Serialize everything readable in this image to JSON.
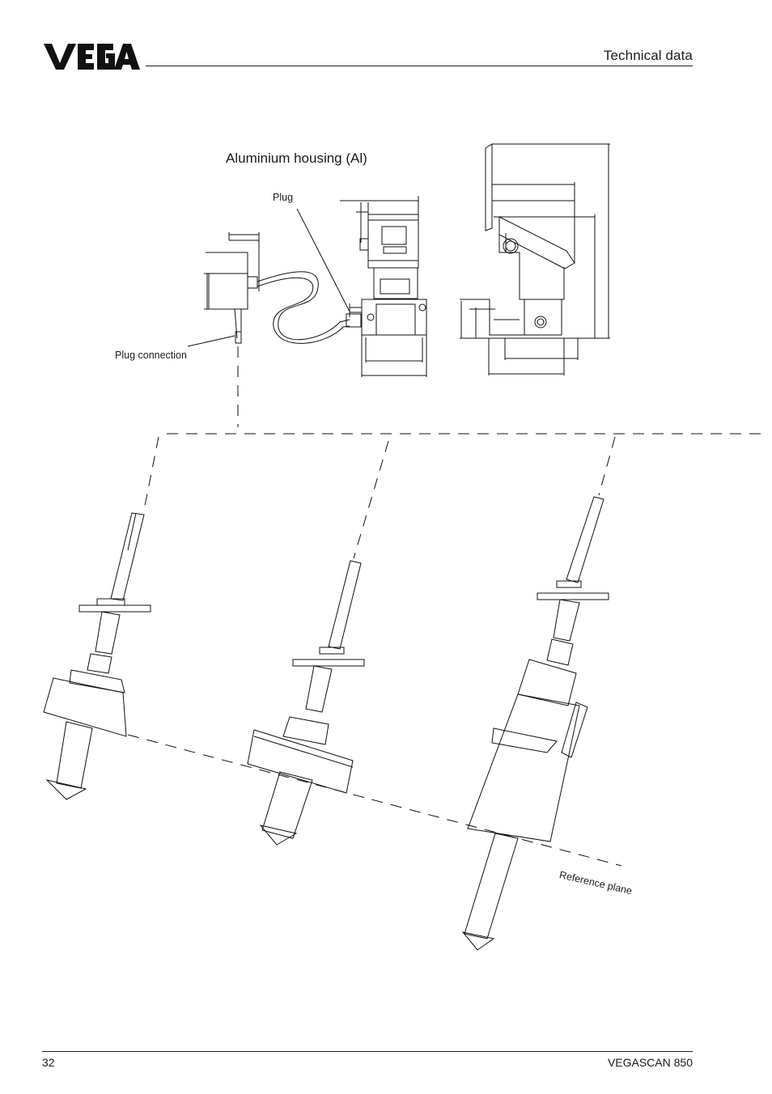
{
  "header": {
    "logo_text": "VEGA",
    "title": "Technical data"
  },
  "figure": {
    "caption": "Aluminium housing (Al)",
    "labels": {
      "plug": "Plug",
      "plug_connection": "Plug connection",
      "reference_plane": "Reference plane"
    }
  },
  "footer": {
    "page_number": "32",
    "document_name": "VEGASCAN 850"
  }
}
